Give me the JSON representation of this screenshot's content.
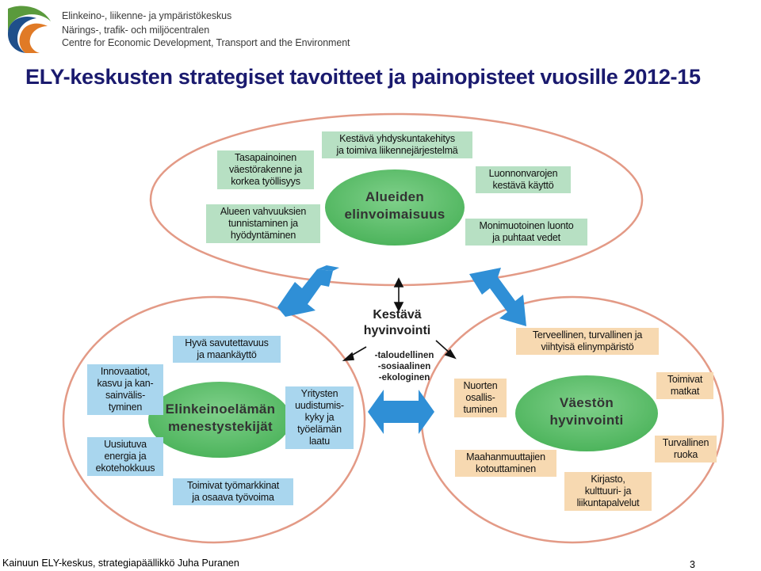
{
  "header": {
    "org_line1": "Elinkeino-, liikenne- ja ympäristökeskus",
    "org_line2": "Närings-, trafik- och miljöcentralen",
    "org_line3": "Centre for Economic Development, Transport and the Environment"
  },
  "title": "ELY-keskusten strategiset tavoitteet ja painopisteet vuosille 2012-15",
  "diagram": {
    "center": {
      "title": "Kestävä\nhyvinvointi",
      "dimensions": "-taloudellinen\n-sosiaalinen\n-ekologinen"
    },
    "top_area": {
      "label": "Alueiden\nelinvoimaisuus",
      "items": [
        "Kestävä yhdyskuntakehitys\nja toimiva liikennejärjestelmä",
        "Tasapainoinen\nväestörakenne ja\nkorkea työllisyys",
        "Luonnonvarojen\nkestävä käyttö",
        "Alueen vahvuuksien\ntunnistaminen ja\nhyödyntäminen",
        "Monimuotoinen luonto\nja puhtaat vedet"
      ]
    },
    "left_area": {
      "label": "Elinkeinoelämän\nmenestystekijät",
      "items": [
        "Hyvä savutettavuus\nja maankäyttö",
        "Innovaatiot,\nkasvu ja kan-\nsainvälis-\ntyminen",
        "Yritysten\nuudistumis-\nkyky ja\ntyöelämän\nlaatu",
        "Uusiutuva\nenergia ja\nekotehokkuus",
        "Toimivat työmarkkinat\nja osaava työvoima"
      ]
    },
    "right_area": {
      "label": "Väestön\nhyvinvointi",
      "items": [
        "Terveellinen, turvallinen ja\nviihtyisä elinympäristö",
        "Nuorten\nosallis-\ntuminen",
        "Toimivat\nmatkat",
        "Turvallinen\nruoka",
        "Maahanmuuttajien\nkotouttaminen",
        "Kirjasto,\nkulttuuri- ja\nliikuntapalvelut"
      ]
    },
    "colors": {
      "ellipse_border": "#e39a86",
      "bubble": "#5cc06a",
      "arrow": "#2f8fd6",
      "green_box": "#b7e0c3",
      "blue_box": "#a9d6ee",
      "peach_box": "#f7d9b1"
    }
  },
  "footer": {
    "text": "Kainuun ELY-keskus, strategiapäällikkö Juha Puranen",
    "page_number": "3"
  }
}
